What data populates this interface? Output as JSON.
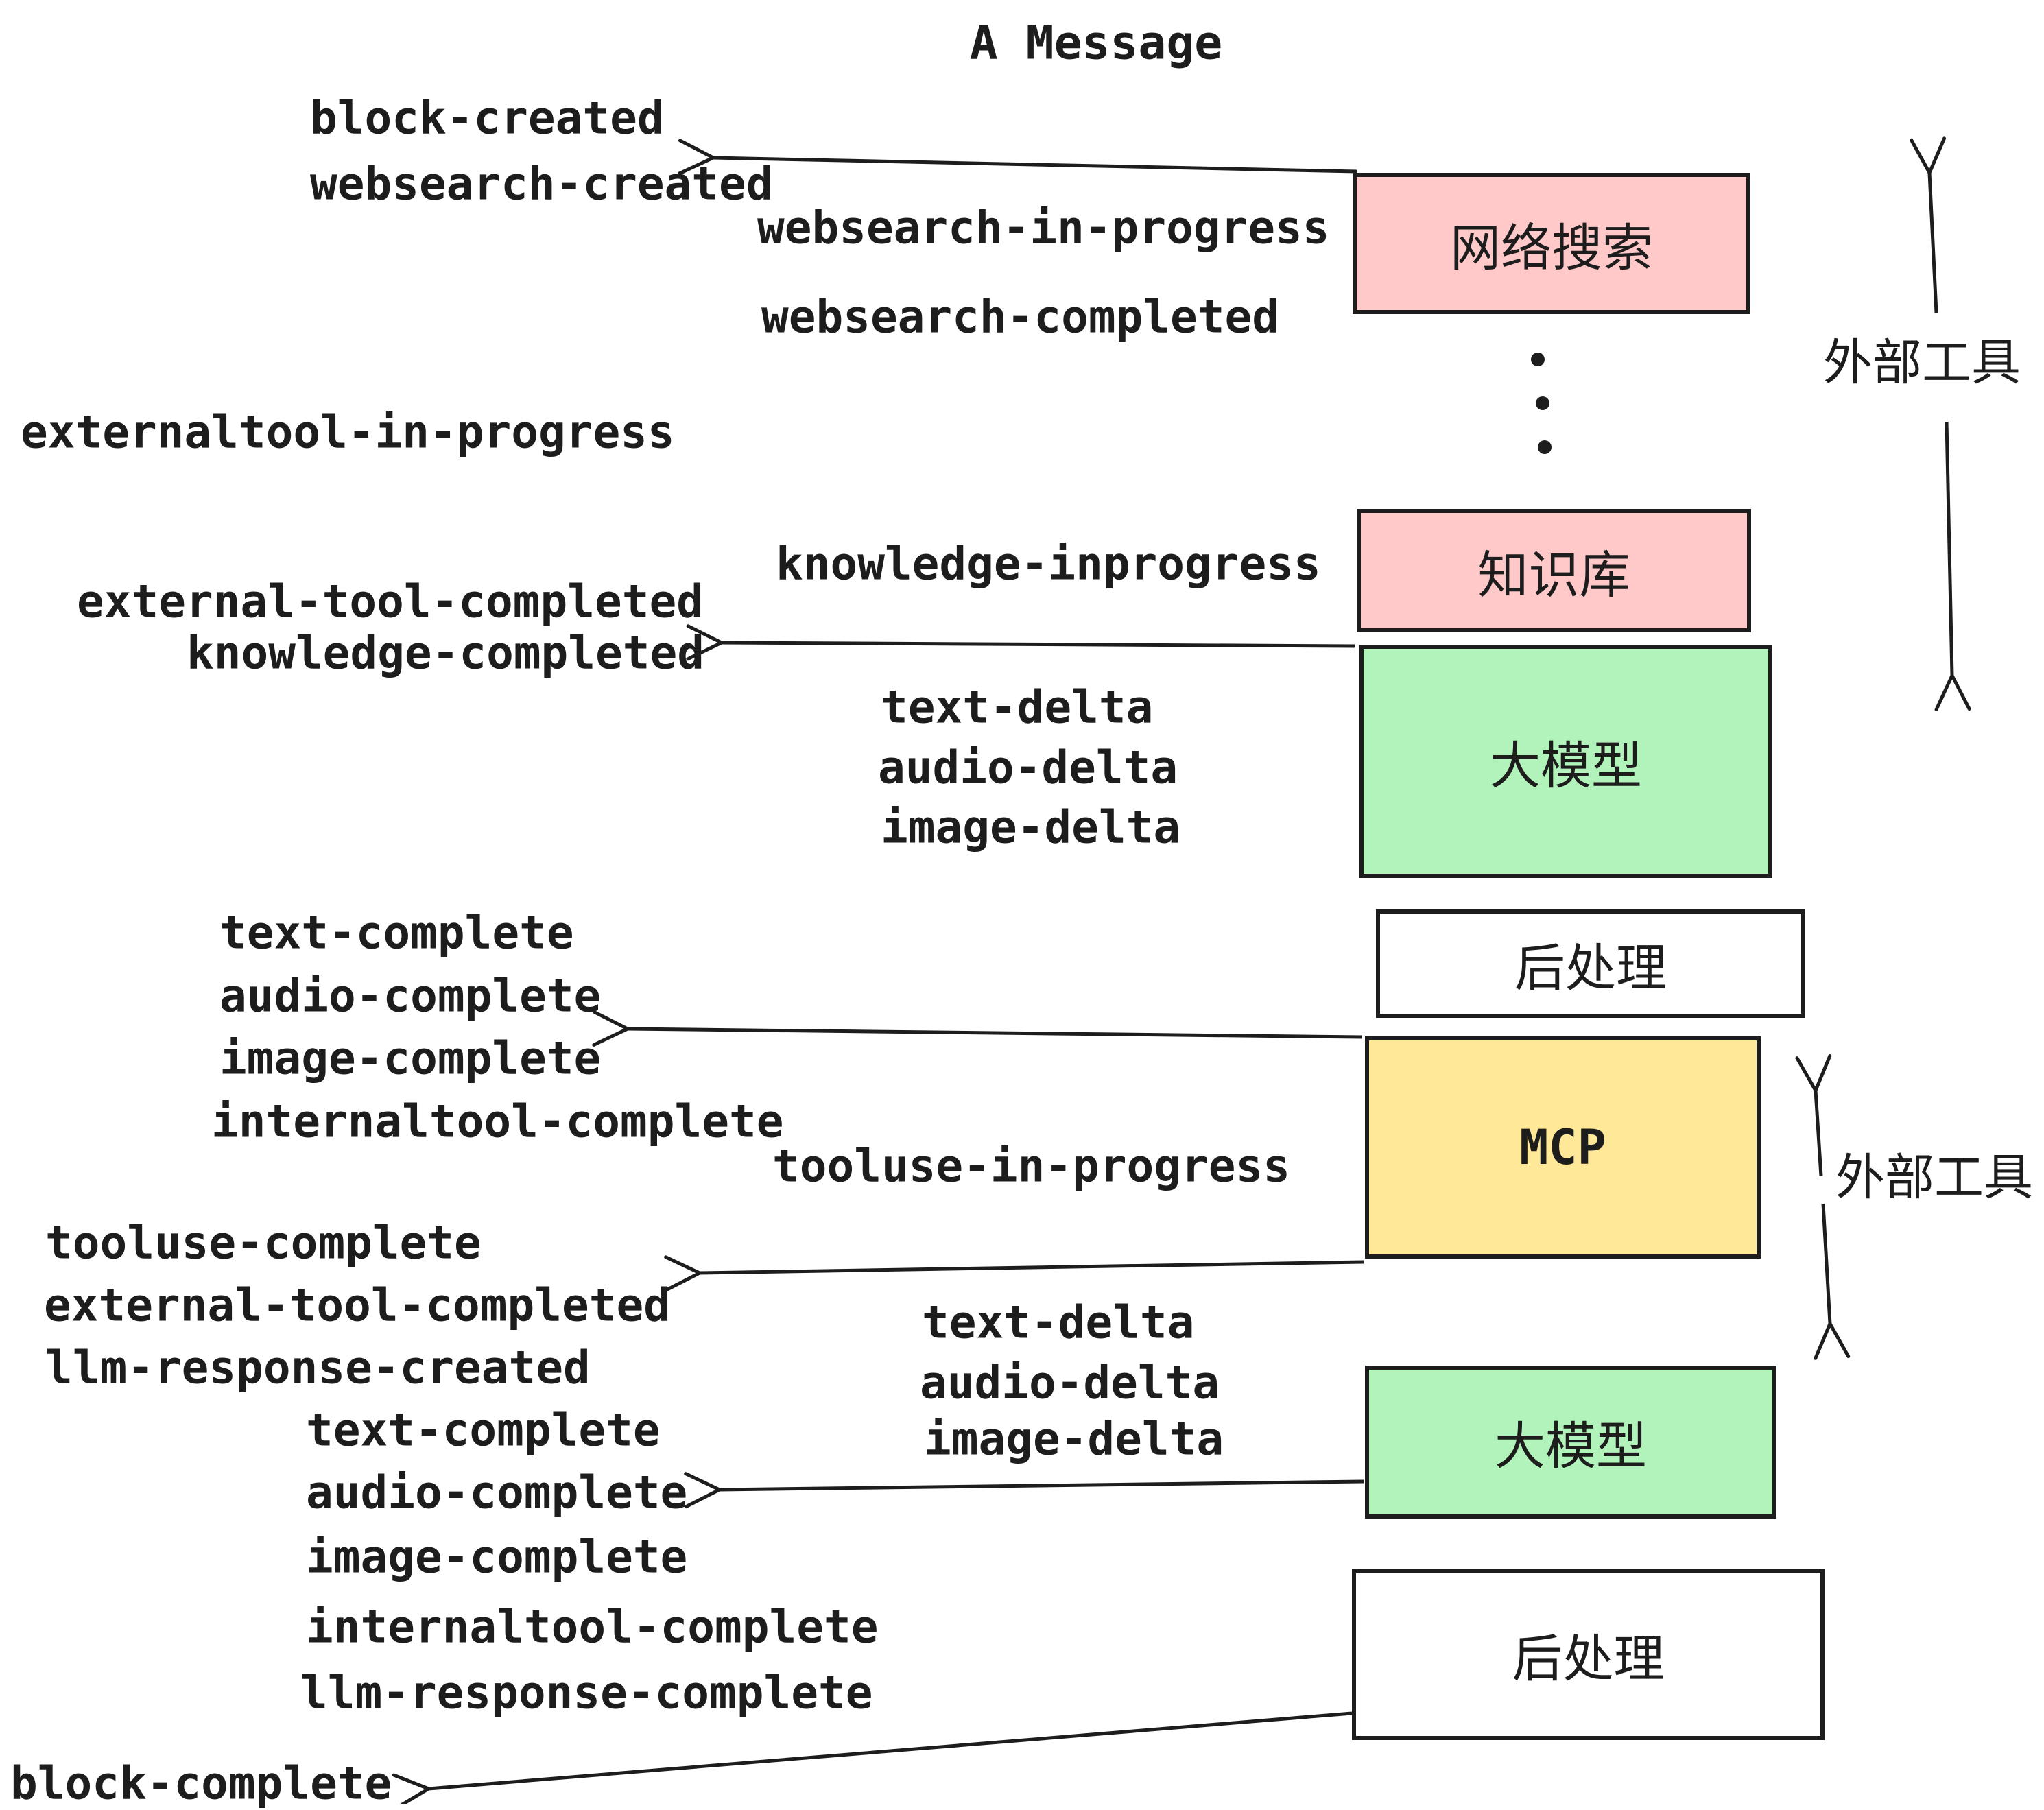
{
  "title": "A Message",
  "colors": {
    "ink": "#1d1d1d",
    "pink_fill": "#ffc9c9",
    "green_fill": "#b2f2bb",
    "yellow_fill": "#ffe999",
    "white_fill": "#ffffff"
  },
  "events": [
    {
      "text": "block-created"
    },
    {
      "text": "websearch-created"
    },
    {
      "text": "websearch-in-progress"
    },
    {
      "text": "websearch-completed"
    },
    {
      "text": "externaltool-in-progress"
    },
    {
      "text": "knowledge-inprogress"
    },
    {
      "text": "external-tool-completed"
    },
    {
      "text": "knowledge-completed"
    },
    {
      "text": "text-delta"
    },
    {
      "text": "audio-delta"
    },
    {
      "text": "image-delta"
    },
    {
      "text": "text-complete"
    },
    {
      "text": "audio-complete"
    },
    {
      "text": "image-complete"
    },
    {
      "text": "internaltool-complete"
    },
    {
      "text": "tooluse-in-progress"
    },
    {
      "text": "tooluse-complete"
    },
    {
      "text": "external-tool-completed"
    },
    {
      "text": "llm-response-created"
    },
    {
      "text": "text-complete"
    },
    {
      "text": "audio-complete"
    },
    {
      "text": "image-complete"
    },
    {
      "text": "internaltool-complete"
    },
    {
      "text": "llm-response-complete"
    },
    {
      "text": "block-complete"
    },
    {
      "text": "text-delta"
    },
    {
      "text": "audio-delta"
    },
    {
      "text": "image-delta"
    }
  ],
  "boxes": [
    {
      "label": "网络搜索",
      "fill": "#ffc9c9"
    },
    {
      "label": "知识库",
      "fill": "#ffc9c9"
    },
    {
      "label": "大模型",
      "fill": "#b2f2bb"
    },
    {
      "label": "后处理",
      "fill": "#ffffff"
    },
    {
      "label": "MCP",
      "fill": "#ffe999"
    },
    {
      "label": "大模型",
      "fill": "#b2f2bb"
    },
    {
      "label": "后处理",
      "fill": "#ffffff"
    }
  ],
  "side_annotations": [
    {
      "label": "外部工具"
    },
    {
      "label": "外部工具"
    }
  ]
}
